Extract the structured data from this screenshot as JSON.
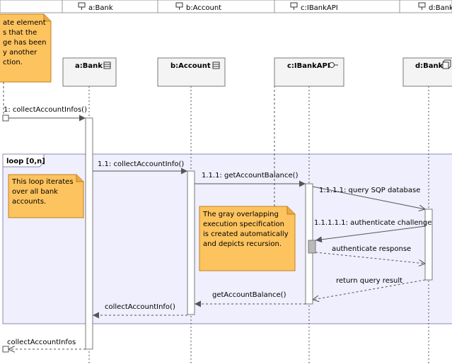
{
  "header": {
    "bank": "a:Bank",
    "account": "b:Account",
    "api": "c:IBankAPI",
    "bank_d": "d:Bank"
  },
  "top_note": {
    "lines": [
      "ate element",
      "s that the",
      "ge has been",
      "y another",
      "ction."
    ]
  },
  "lifelines": {
    "bank": "a:Bank",
    "account": "b:Account",
    "api": "c:IBankAPI",
    "bank_d": "d:Bank"
  },
  "fragment": {
    "label": "loop [0,n]"
  },
  "loop_note": {
    "lines": [
      "This loop iterates",
      "over all bank",
      "accounts."
    ]
  },
  "gray_note": {
    "lines": [
      "The gray overlapping",
      "execution specification",
      "is created automatically",
      "and depicts recursion."
    ]
  },
  "messages": {
    "m1": "1: collectAccountInfos()",
    "m11": "1.1: collectAccountInfo()",
    "m111": "1.1.1: getAccountBalance()",
    "m1111": "1.1.1.1: query SQP database",
    "m11111": "1.1.1.1.1: authenticate challenge",
    "r_auth": "authenticate response",
    "r_query": "return query result",
    "r_balance": "getAccountBalance()",
    "r_info": "collectAccountInfo()",
    "r_infos": "collectAccountInfos"
  },
  "colors": {
    "note_fill": "#fdc35e",
    "fragment_fill": "#efeffd",
    "lifeline_head": "#f4f4f4",
    "activation": "#ffffff",
    "gray_activation": "#b9b9b9"
  }
}
